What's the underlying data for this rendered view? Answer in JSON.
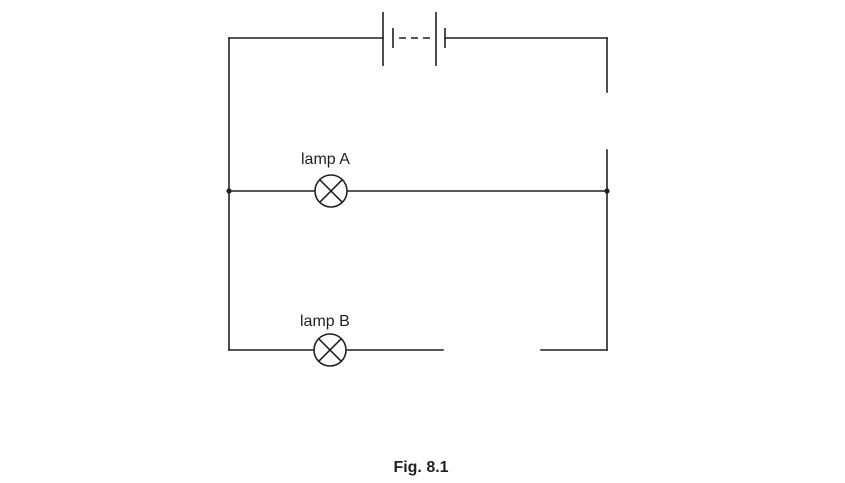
{
  "figure": {
    "caption": "Fig. 8.1"
  },
  "lamps": [
    {
      "id": "A",
      "label": "lamp A"
    },
    {
      "id": "B",
      "label": "lamp B"
    }
  ],
  "battery": {
    "cells": 2
  },
  "colors": {
    "ink": "#231f20",
    "background": "#ffffff"
  }
}
